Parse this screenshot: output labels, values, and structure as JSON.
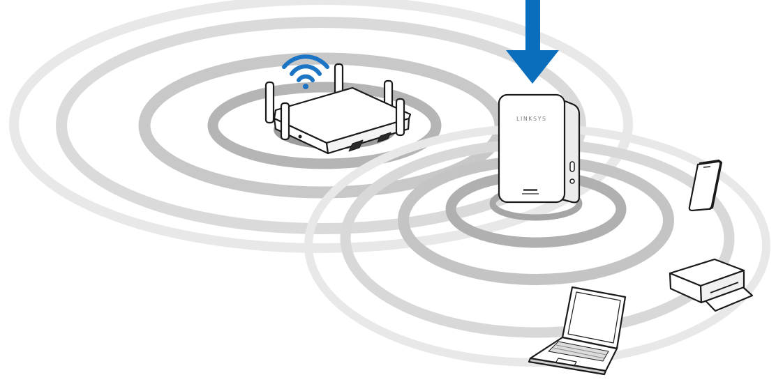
{
  "extender": {
    "brand": "LINKSYS"
  },
  "colors": {
    "arrow": "#0a6ebd",
    "wifi": "#1b75c4",
    "ring_light": "#e6e6e6",
    "ring_mid": "#cfcfcf",
    "ring_dark": "#a9a9a9",
    "outline": "#1a1a1a",
    "device_fill": "#ffffff"
  },
  "icons": {
    "placement_arrow": "down-arrow-icon",
    "router_signal": "wifi-icon"
  },
  "devices": [
    "router",
    "range-extender",
    "smartphone",
    "printer",
    "laptop"
  ]
}
